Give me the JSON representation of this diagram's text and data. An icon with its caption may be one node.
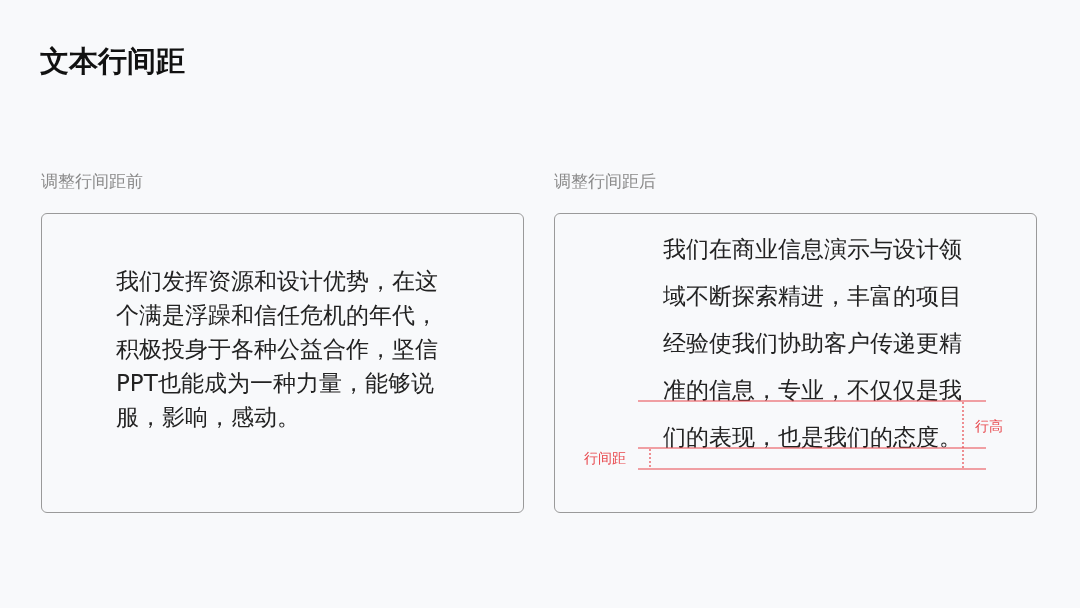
{
  "diagram": {
    "title": "文本行间距",
    "nodes": [
      {
        "text": [
          "调整行间距前",
          "我们发挥资源和设计优势，在这个满是浮躁和信任危机的年代，积极投身于各种公益合作，坚信PPT也能成为一种力量，能够说服，影响，感动。"
        ]
      },
      {
        "text": [
          "调整行间距后",
          "我们在商业信息演示与设计领域不断探索精进，丰富的项目经验使我们协助客户传递更精准的信息，专业，不仅仅是我们的表现，也是我们的态度。"
        ]
      }
    ],
    "labels": [
      "行高",
      "行间距"
    ]
  }
}
